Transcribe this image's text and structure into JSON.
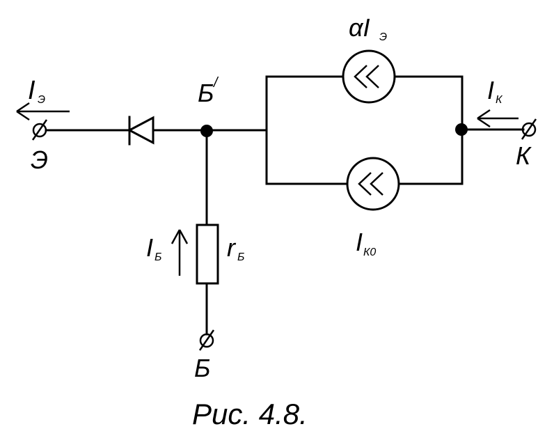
{
  "labels": {
    "emitter_current": "I",
    "emitter_current_sub": "Э",
    "emitter_terminal": "Э",
    "base_internal": "Б",
    "base_internal_mark": "/",
    "alpha_gen": "αI",
    "alpha_gen_sub": "Э",
    "collector_current": "I",
    "collector_current_sub": "К",
    "collector_terminal": "К",
    "leak_gen": "I",
    "leak_gen_sub": "К0",
    "base_current": "I",
    "base_current_sub": "Б",
    "base_resistor": "r",
    "base_resistor_sub": "Б",
    "base_terminal": "Б"
  },
  "caption": "Рис. 4.8."
}
